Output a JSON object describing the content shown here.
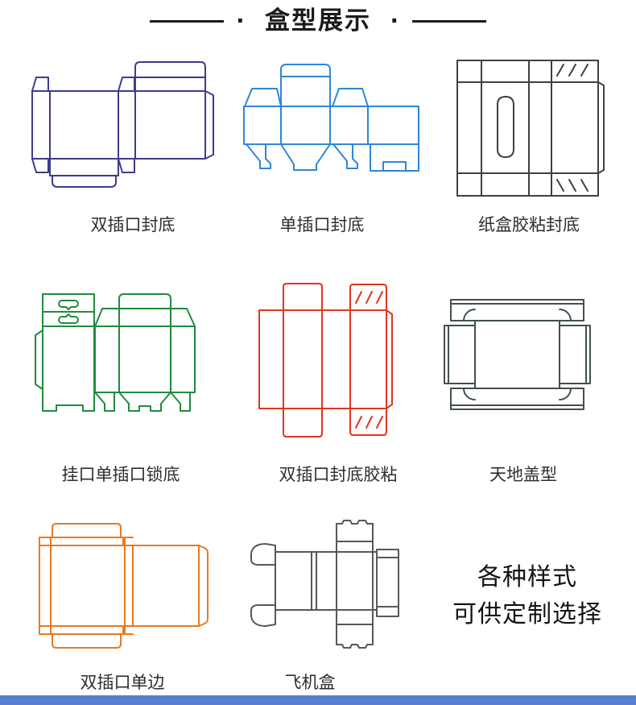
{
  "header": {
    "title": "盒型展示",
    "dot": "·"
  },
  "items": [
    {
      "label": "双插口封底",
      "color": "#3c3c8e"
    },
    {
      "label": "单插口封底",
      "color": "#2e86d9"
    },
    {
      "label": "纸盒胶粘封底",
      "color": "#404040"
    },
    {
      "label": "挂口单插口锁底",
      "color": "#1f8c3e"
    },
    {
      "label": "双插口封底胶粘",
      "color": "#e23520"
    },
    {
      "label": "天地盖型",
      "color": "#42504a"
    },
    {
      "label": "双插口单边",
      "color": "#e87a22"
    },
    {
      "label": "飞机盒",
      "color": "#57585c"
    }
  ],
  "promo": {
    "line1": "各种样式",
    "line2": "可供定制选择"
  },
  "footer": {
    "color": "#5a7ed0"
  }
}
